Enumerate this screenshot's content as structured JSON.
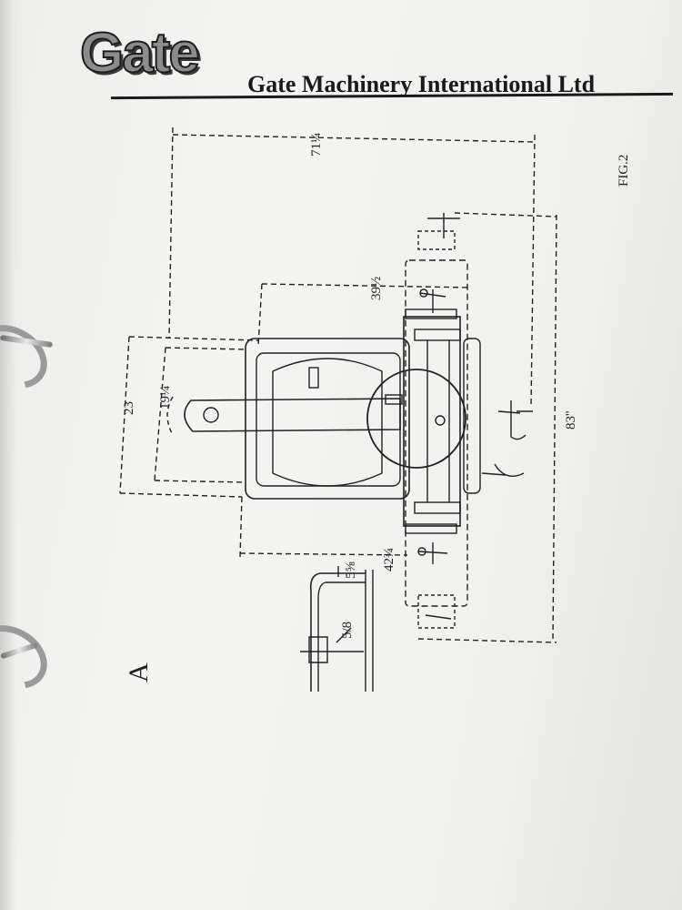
{
  "header": {
    "logo": "Gate",
    "company": "Gate Machinery International Ltd"
  },
  "drawing": {
    "fig": "FIG.2",
    "dim_width": "71¼",
    "dim_height": "83''",
    "dim_39": "39½",
    "dim_23": "23",
    "dim_19": "19¼",
    "dim_42": "42¾",
    "dim_5": "5⅝",
    "dim_58": "5/8",
    "view": "A"
  }
}
